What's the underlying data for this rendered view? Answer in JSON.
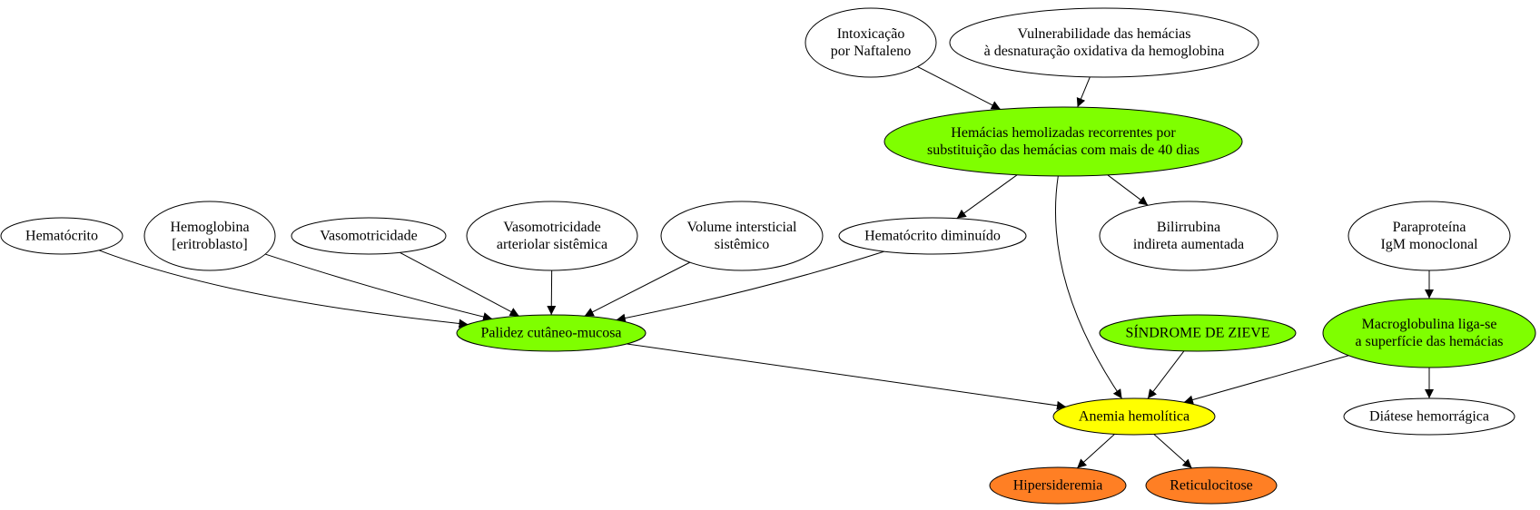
{
  "colors": {
    "default": "#ffffff",
    "green": "#7fff00",
    "yellow": "#ffff00",
    "orange": "#ff7f24",
    "stroke": "#000000"
  },
  "nodes": [
    {
      "id": "intoxicacao",
      "lines": [
        "Intoxicação",
        "por Naftaleno"
      ],
      "fill": "default"
    },
    {
      "id": "vulnerabilidade",
      "lines": [
        "Vulnerabilidade das hemácias",
        "à desnaturação oxidativa da hemoglobina"
      ],
      "fill": "default"
    },
    {
      "id": "hemacias-hemolizadas",
      "lines": [
        "Hemácias hemolizadas recorrentes por",
        "substituição das hemácias com mais de 40 dias"
      ],
      "fill": "green"
    },
    {
      "id": "hematocrito",
      "lines": [
        "Hematócrito"
      ],
      "fill": "default"
    },
    {
      "id": "hemoglobina",
      "lines": [
        "Hemoglobina",
        "[eritroblasto]"
      ],
      "fill": "default"
    },
    {
      "id": "vasomotricidade",
      "lines": [
        "Vasomotricidade"
      ],
      "fill": "default"
    },
    {
      "id": "vasomotricidade-arteriolar",
      "lines": [
        "Vasomotricidade",
        "arteriolar sistêmica"
      ],
      "fill": "default"
    },
    {
      "id": "volume-intersticial",
      "lines": [
        "Volume intersticial",
        "sistêmico"
      ],
      "fill": "default"
    },
    {
      "id": "hematocrito-diminuido",
      "lines": [
        "Hematócrito diminuído"
      ],
      "fill": "default"
    },
    {
      "id": "bilirrubina",
      "lines": [
        "Bilirrubina",
        "indireta aumentada"
      ],
      "fill": "default"
    },
    {
      "id": "paraproteina",
      "lines": [
        "Paraproteína",
        "IgM monoclonal"
      ],
      "fill": "default"
    },
    {
      "id": "palidez",
      "lines": [
        "Palidez cutâneo-mucosa"
      ],
      "fill": "green"
    },
    {
      "id": "sindrome-zieve",
      "lines": [
        "SÍNDROME DE ZIEVE"
      ],
      "fill": "green"
    },
    {
      "id": "macroglobulina",
      "lines": [
        "Macroglobulina liga-se",
        "a superfície das hemácias"
      ],
      "fill": "green"
    },
    {
      "id": "anemia-hemolitica",
      "lines": [
        "Anemia hemolítica"
      ],
      "fill": "yellow"
    },
    {
      "id": "diatese",
      "lines": [
        "Diátese hemorrágica"
      ],
      "fill": "default"
    },
    {
      "id": "hipersideremia",
      "lines": [
        "Hipersideremia"
      ],
      "fill": "orange"
    },
    {
      "id": "reticulocitose",
      "lines": [
        "Reticulocitose"
      ],
      "fill": "orange"
    }
  ],
  "edges": [
    {
      "from": "intoxicacao",
      "to": "hemacias-hemolizadas"
    },
    {
      "from": "vulnerabilidade",
      "to": "hemacias-hemolizadas"
    },
    {
      "from": "hemacias-hemolizadas",
      "to": "hematocrito-diminuido"
    },
    {
      "from": "hemacias-hemolizadas",
      "to": "bilirrubina"
    },
    {
      "from": "hemacias-hemolizadas",
      "to": "anemia-hemolitica"
    },
    {
      "from": "hematocrito",
      "to": "palidez"
    },
    {
      "from": "hemoglobina",
      "to": "palidez"
    },
    {
      "from": "vasomotricidade",
      "to": "palidez"
    },
    {
      "from": "vasomotricidade-arteriolar",
      "to": "palidez"
    },
    {
      "from": "volume-intersticial",
      "to": "palidez"
    },
    {
      "from": "hematocrito-diminuido",
      "to": "palidez"
    },
    {
      "from": "palidez",
      "to": "anemia-hemolitica"
    },
    {
      "from": "sindrome-zieve",
      "to": "anemia-hemolitica"
    },
    {
      "from": "paraproteina",
      "to": "macroglobulina"
    },
    {
      "from": "macroglobulina",
      "to": "anemia-hemolitica"
    },
    {
      "from": "macroglobulina",
      "to": "diatese"
    },
    {
      "from": "anemia-hemolitica",
      "to": "hipersideremia"
    },
    {
      "from": "anemia-hemolitica",
      "to": "reticulocitose"
    }
  ]
}
